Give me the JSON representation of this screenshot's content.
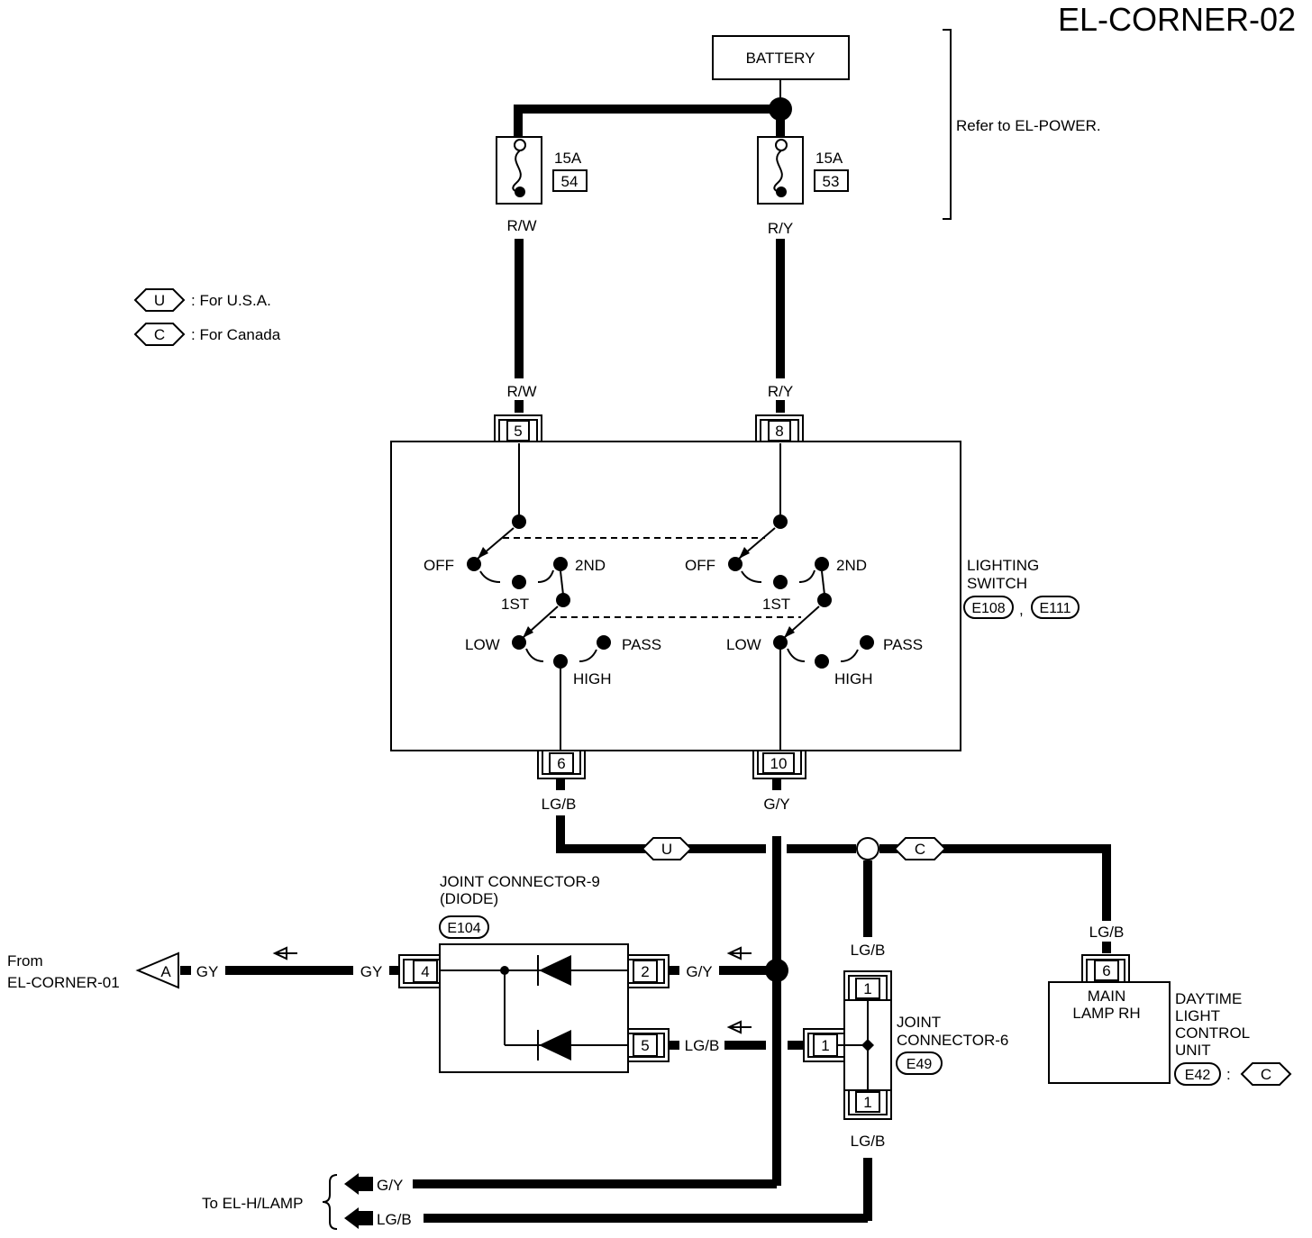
{
  "title": "EL-CORNER-02",
  "battery": {
    "label": "BATTERY"
  },
  "power_note": "Refer to EL-POWER.",
  "fuses": [
    {
      "rating": "15A",
      "number": "54"
    },
    {
      "rating": "15A",
      "number": "53"
    }
  ],
  "legend": [
    {
      "symbol": "U",
      "text": ": For U.S.A."
    },
    {
      "symbol": "C",
      "text": ": For Canada"
    }
  ],
  "wire_colors": {
    "rw": "R/W",
    "ry": "R/Y",
    "lgb": "LG/B",
    "gy_green": "G/Y",
    "gy_gray": "GY"
  },
  "lighting_switch": {
    "name_line1": "LIGHTING",
    "name_line2": "SWITCH",
    "connectors": [
      "E108",
      "E111"
    ],
    "separator": ",",
    "pins": {
      "top_left": "5",
      "top_right": "8",
      "bottom_left": "6",
      "bottom_right": "10"
    },
    "positions": {
      "off": "OFF",
      "first": "1ST",
      "second": "2ND",
      "low": "LOW",
      "high": "HIGH",
      "pass": "PASS"
    }
  },
  "joint_connector_9": {
    "name_line1": "JOINT CONNECTOR-9",
    "name_line2": "(DIODE)",
    "connector": "E104",
    "pins": {
      "left": "4",
      "right_top": "2",
      "right_bottom": "5"
    }
  },
  "joint_connector_6": {
    "name_line1": "JOINT",
    "name_line2": "CONNECTOR-6",
    "connector": "E49",
    "pins": {
      "top": "1",
      "side": "1",
      "bottom": "1"
    }
  },
  "daytime_unit": {
    "box_line1": "MAIN",
    "box_line2": "LAMP RH",
    "pin": "6",
    "name_line1": "DAYTIME",
    "name_line2": "LIGHT",
    "name_line3": "CONTROL",
    "name_line4": "UNIT",
    "connector": "E42",
    "connector_suffix": ":",
    "variant": "C"
  },
  "route_tags": {
    "usa": "U",
    "canada": "C"
  },
  "from_ref": {
    "line1": "From",
    "line2": "EL-CORNER-01",
    "tag": "A"
  },
  "to_ref": {
    "label": "To EL-H/LAMP"
  }
}
